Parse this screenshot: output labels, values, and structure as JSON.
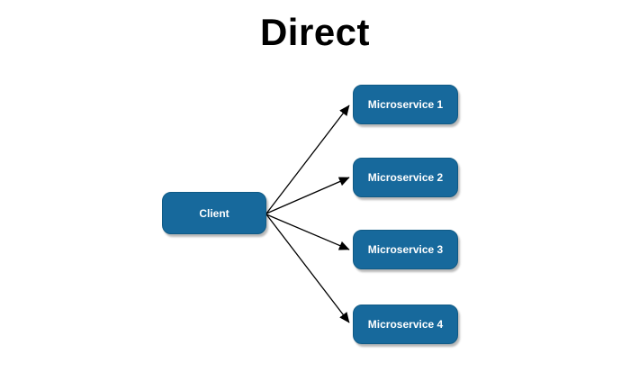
{
  "title": "Direct",
  "diagram": {
    "client": {
      "label": "Client"
    },
    "microservices": [
      {
        "label": "Microservice 1"
      },
      {
        "label": "Microservice 2"
      },
      {
        "label": "Microservice 3"
      },
      {
        "label": "Microservice 4"
      }
    ],
    "edges": [
      {
        "from": "Client",
        "to": "Microservice 1"
      },
      {
        "from": "Client",
        "to": "Microservice 2"
      },
      {
        "from": "Client",
        "to": "Microservice 3"
      },
      {
        "from": "Client",
        "to": "Microservice 4"
      }
    ],
    "colors": {
      "background": "#FFFFFF",
      "node_fill": "#17699C",
      "node_border": "#0F5A85",
      "node_text": "#FFFFFF",
      "arrow": "#000000",
      "title_text": "#000000"
    }
  }
}
